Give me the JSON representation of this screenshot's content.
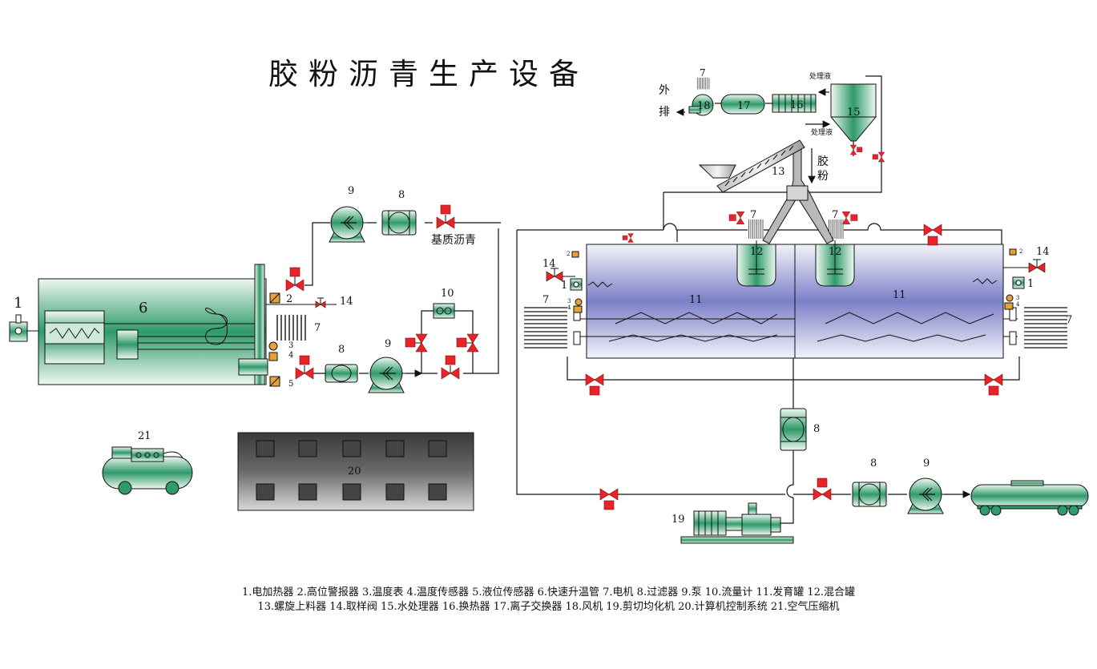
{
  "title": "胶粉沥青生产设备",
  "labels": {
    "base_asphalt": "基质沥青",
    "waste_discharge_1": "外",
    "waste_discharge_2": "排",
    "treated_liquid_top": "处理液",
    "treated_liquid_bottom": "处理液",
    "rubber_powder_1": "胶",
    "rubber_powder_2": "粉"
  },
  "numbers": {
    "n1": "1",
    "n2": "2",
    "n3": "3",
    "n4": "4",
    "n5": "5",
    "n6": "6",
    "n7": "7",
    "n8": "8",
    "n9": "9",
    "n10": "10",
    "n11": "11",
    "n12": "12",
    "n13": "13",
    "n14": "14",
    "n15": "15",
    "n16": "16",
    "n17": "17",
    "n18": "18",
    "n19": "19",
    "n20": "20",
    "n21": "21"
  },
  "legend": {
    "line1": "1.电加热器 2.高位警报器 3.温度表 4.温度传感器 5.液位传感器 6.快速升温管 7.电机 8.过滤器 9.泵 10.流量计 11.发育罐 12.混合罐",
    "line2": "13.螺旋上料器 14.取样阀 15.水处理器   16.换热器   17.离子交换器   18.风机   19.剪切均化机  20.计算机控制系统 21.空气压缩机"
  },
  "colors": {
    "equipment_green": "#2f9a6a",
    "valve_red": "#e8232a",
    "tank_blue": "#7b7fc6",
    "control_gray": "#4a4a4a"
  }
}
